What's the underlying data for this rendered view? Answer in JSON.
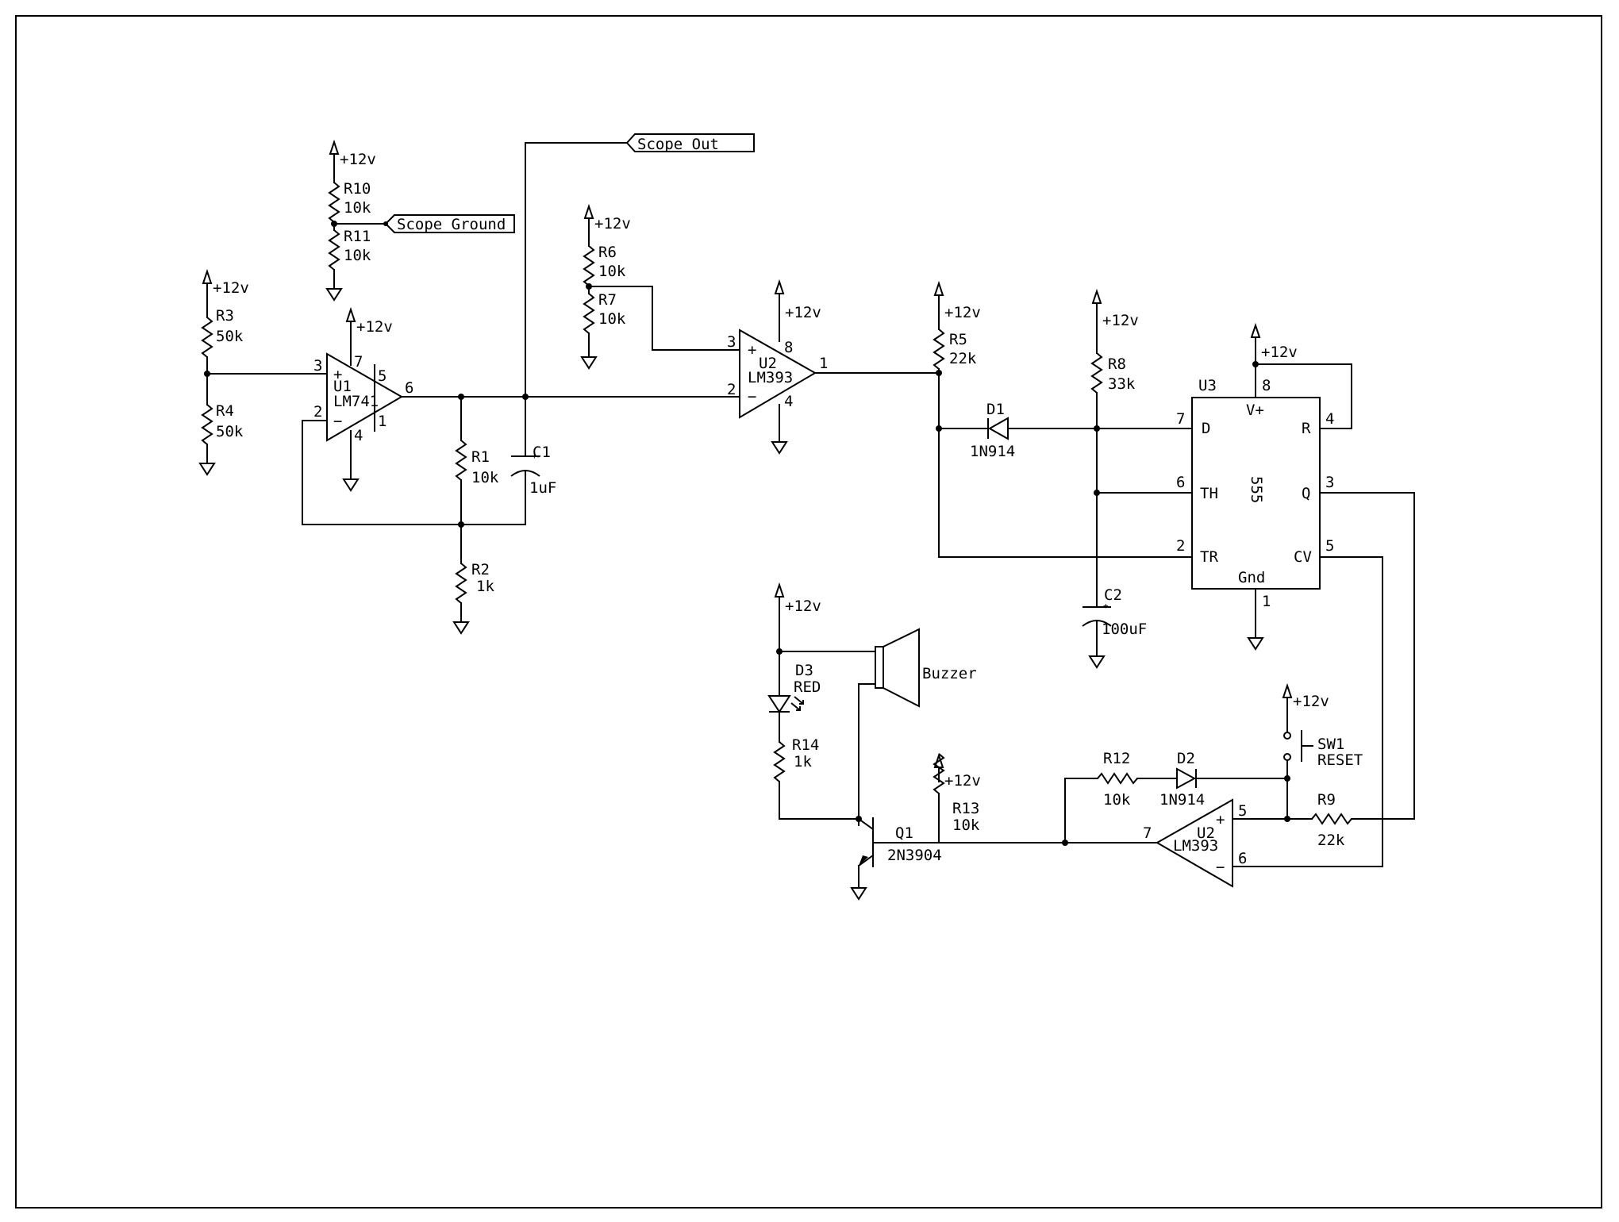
{
  "power_label": "+12v",
  "offpage": {
    "scope_out": "Scope Out",
    "scope_ground": "Scope Ground"
  },
  "resistors": {
    "R1": {
      "ref": "R1",
      "value": "10k"
    },
    "R2": {
      "ref": "R2",
      "value": "1k"
    },
    "R3": {
      "ref": "R3",
      "value": "50k"
    },
    "R4": {
      "ref": "R4",
      "value": "50k"
    },
    "R5": {
      "ref": "R5",
      "value": "22k"
    },
    "R6": {
      "ref": "R6",
      "value": "10k"
    },
    "R7": {
      "ref": "R7",
      "value": "10k"
    },
    "R8": {
      "ref": "R8",
      "value": "33k"
    },
    "R9": {
      "ref": "R9",
      "value": "22k"
    },
    "R10": {
      "ref": "R10",
      "value": "10k"
    },
    "R11": {
      "ref": "R11",
      "value": "10k"
    },
    "R12": {
      "ref": "R12",
      "value": "10k"
    },
    "R13": {
      "ref": "R13",
      "value": "10k"
    },
    "R14": {
      "ref": "R14",
      "value": "1k"
    }
  },
  "capacitors": {
    "C1": {
      "ref": "C1",
      "value": "1uF"
    },
    "C2": {
      "ref": "C2",
      "value": "100uF"
    }
  },
  "diodes": {
    "D1": {
      "ref": "D1",
      "value": "1N914"
    },
    "D2": {
      "ref": "D2",
      "value": "1N914"
    },
    "D3": {
      "ref": "D3",
      "value": "RED"
    }
  },
  "u1": {
    "ref": "U1",
    "part": "LM741",
    "pins": {
      "p3": "3",
      "p2": "2",
      "p6": "6",
      "p7": "7",
      "p4": "4",
      "p5": "5",
      "p1": "1"
    }
  },
  "u2a": {
    "ref": "U2",
    "part": "LM393",
    "pins": {
      "p3": "3",
      "p2": "2",
      "p1": "1",
      "p8": "8",
      "p4": "4"
    }
  },
  "u2b": {
    "ref": "U2",
    "part": "LM393",
    "pins": {
      "p5": "5",
      "p6": "6",
      "p7": "7"
    }
  },
  "u3": {
    "ref": "U3",
    "part": "555",
    "pin_names": {
      "d": "D",
      "th": "TH",
      "tr": "TR",
      "vplus": "V+",
      "gnd": "Gnd",
      "r": "R",
      "q": "Q",
      "cv": "CV"
    },
    "pins": {
      "p7": "7",
      "p6": "6",
      "p2": "2",
      "p8": "8",
      "p1": "1",
      "p4": "4",
      "p3": "3",
      "p5": "5"
    }
  },
  "q1": {
    "ref": "Q1",
    "part": "2N3904"
  },
  "buzzer": {
    "label": "Buzzer"
  },
  "sw1": {
    "ref": "SW1",
    "label": "RESET"
  },
  "op_signs": {
    "plus": "+",
    "minus": "−"
  }
}
